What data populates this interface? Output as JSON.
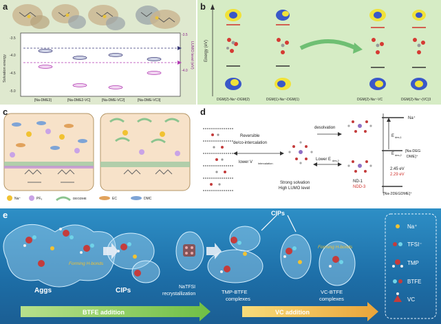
{
  "panel_a": {
    "label": "a",
    "y_left_label": "Solvation energy",
    "y_right_label": "LUMO level (eV)",
    "left_ticks": [
      "-3.5",
      "-4.0",
      "-4.5",
      "-5.0"
    ],
    "right_ticks": [
      "-3.5",
      "-4.0"
    ],
    "categories": [
      "[Na-DME3]",
      "[Na-DME2-VC]",
      "[Na-DME-VC2]",
      "[Na-DME-VC3]"
    ]
  },
  "panel_b": {
    "label": "b",
    "y_label": "Energy (eV)",
    "x_labels": [
      "DGM(2)-Na⁺-DGM(2)",
      "DGM(1)-Na⁺-DGM(1)",
      "DGM(2)-Na⁺-VC",
      "DGM(2)-Na⁺-(VC)3"
    ]
  },
  "panel_c": {
    "label": "c",
    "legend": [
      {
        "text": "Na⁺"
      },
      {
        "text": "PF₆"
      },
      {
        "text": "DEGDME"
      },
      {
        "text": "EC"
      },
      {
        "text": "DMC"
      }
    ]
  },
  "panel_d": {
    "label": "d",
    "left_arrow_top": "Reversible",
    "left_arrow_mid": "de/co-intercalation",
    "left_arrow_bottom": "lower V",
    "left_arrow_sub": "intercalation",
    "desolvation": "desolvation",
    "lower_e": "Lower E",
    "lower_e_sub": "des,2",
    "strong_solvation": "Strong solvation",
    "high_lumo": "High LUMO level",
    "nd1": "ND-1",
    "ndd3": "NDD-3",
    "na_plus": "Na⁺",
    "edes1": "E",
    "edes1_sub": "des,1",
    "edes2": "E",
    "edes2_sub": "des,2",
    "complex_top": "[Na-DEG",
    "complex_top2": "DME]⁺",
    "val1": "2.45 eV",
    "val2": "2.29 eV",
    "complex_bottom": "[Na-2DEGDME]⁺"
  },
  "panel_e": {
    "label": "e",
    "aggs": "Aggs",
    "hbonds1": "Forming H-bonds",
    "cips1": "CIPs",
    "natfsi": "NaTFSI",
    "recryst": "recrystallization",
    "tmp_btfe": "TMP-BTFE",
    "complexes1": "complexes",
    "cips2": "CIPs",
    "hbonds2": "Forming H-bonds",
    "vc_btfe": "VC-BTFE",
    "complexes2": "complexes",
    "btfe_addition": "BTFE addition",
    "vc_addition": "VC addition",
    "legend": [
      {
        "text": "Na⁺"
      },
      {
        "text": "TFSI⁻"
      },
      {
        "text": "TMP"
      },
      {
        "text": "BTFE"
      },
      {
        "text": "VC"
      }
    ]
  }
}
